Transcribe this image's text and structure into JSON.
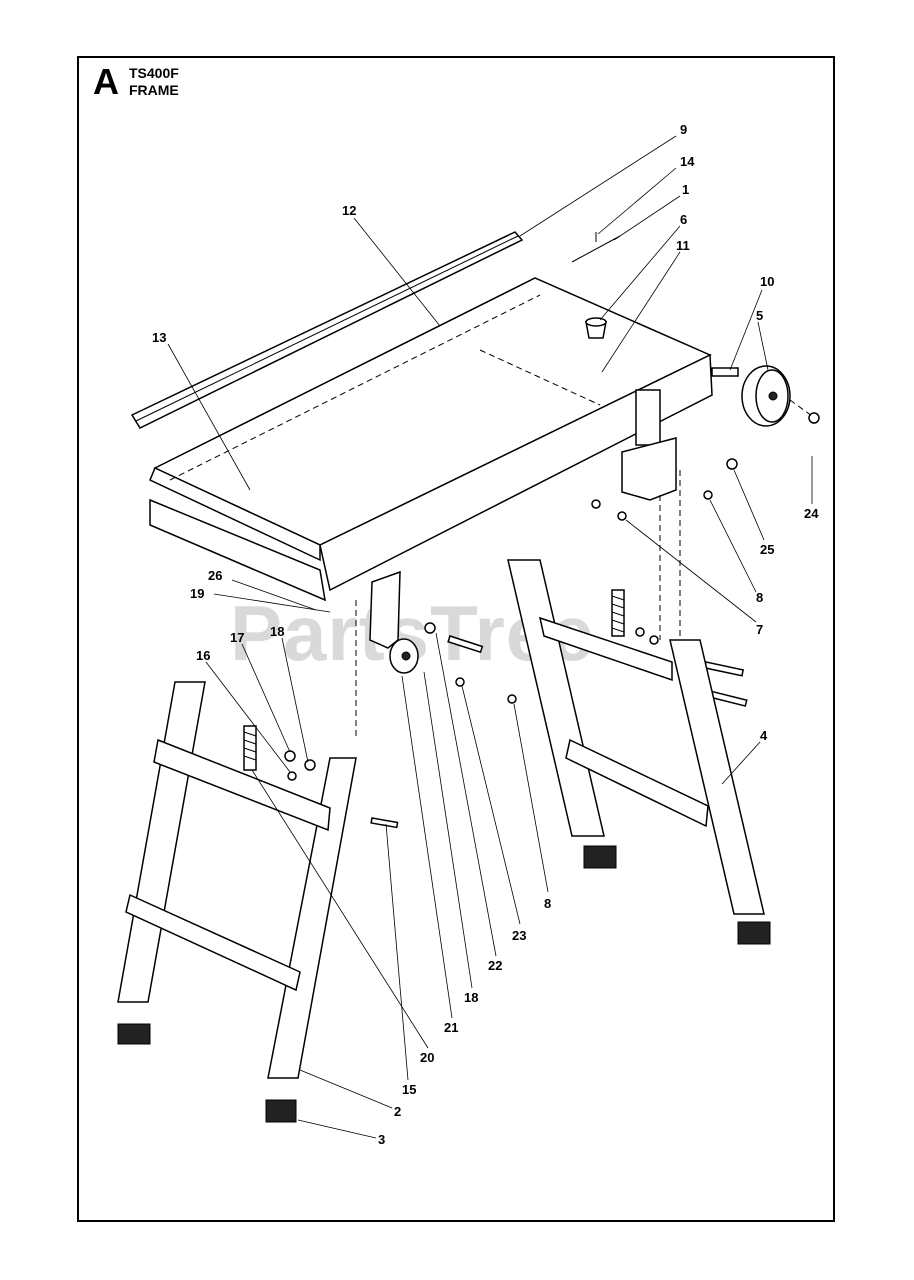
{
  "header": {
    "section_letter": "A",
    "model": "TS400F",
    "title": "FRAME"
  },
  "watermark": "PartsTree",
  "callouts": [
    {
      "id": "c9",
      "label": "9"
    },
    {
      "id": "c14",
      "label": "14"
    },
    {
      "id": "c1",
      "label": "1"
    },
    {
      "id": "c6",
      "label": "6"
    },
    {
      "id": "c11",
      "label": "11"
    },
    {
      "id": "c12",
      "label": "12"
    },
    {
      "id": "c10",
      "label": "10"
    },
    {
      "id": "c5",
      "label": "5"
    },
    {
      "id": "c13",
      "label": "13"
    },
    {
      "id": "c24",
      "label": "24"
    },
    {
      "id": "c25",
      "label": "25"
    },
    {
      "id": "c8a",
      "label": "8"
    },
    {
      "id": "c7",
      "label": "7"
    },
    {
      "id": "c26",
      "label": "26"
    },
    {
      "id": "c19",
      "label": "19"
    },
    {
      "id": "c17",
      "label": "17"
    },
    {
      "id": "c18a",
      "label": "18"
    },
    {
      "id": "c16",
      "label": "16"
    },
    {
      "id": "c4",
      "label": "4"
    },
    {
      "id": "c8b",
      "label": "8"
    },
    {
      "id": "c23",
      "label": "23"
    },
    {
      "id": "c22",
      "label": "22"
    },
    {
      "id": "c18b",
      "label": "18"
    },
    {
      "id": "c21",
      "label": "21"
    },
    {
      "id": "c20",
      "label": "20"
    },
    {
      "id": "c15",
      "label": "15"
    },
    {
      "id": "c2",
      "label": "2"
    },
    {
      "id": "c3",
      "label": "3"
    }
  ]
}
